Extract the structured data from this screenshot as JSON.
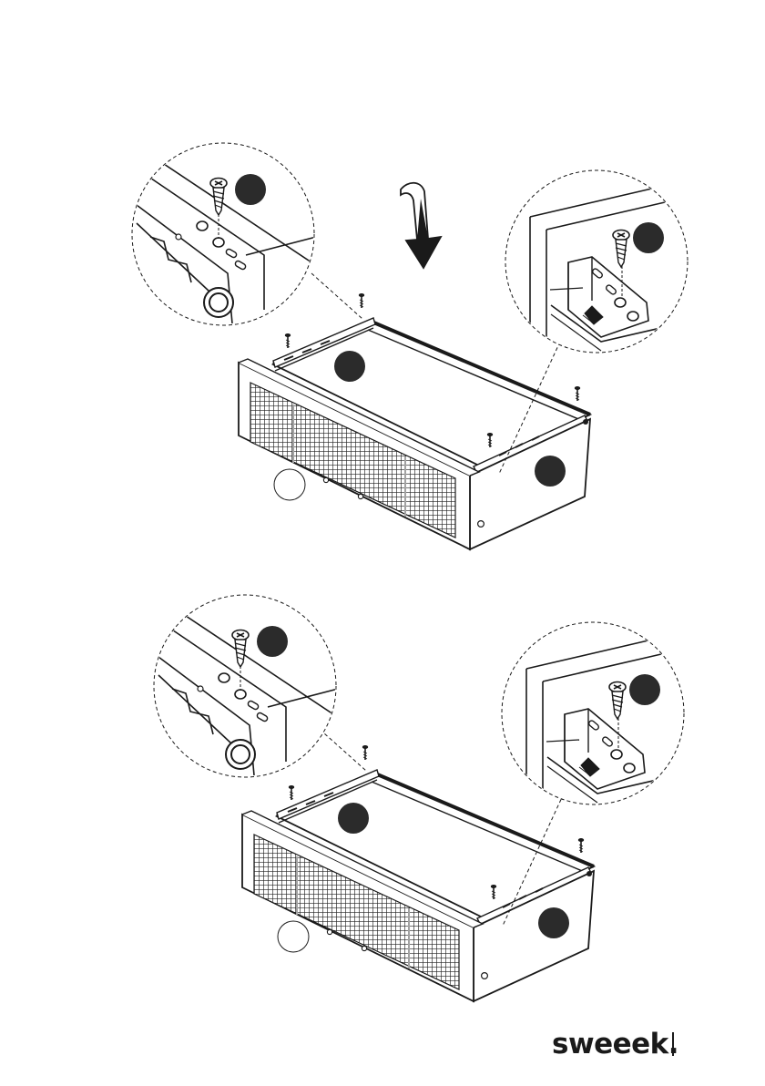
{
  "document": {
    "type": "assembly-instruction-page",
    "brand": "sweeek.",
    "steps": [
      {
        "position": "upper",
        "action_arrow": "rotate-down-arrow",
        "callouts": [
          "left-rail-screw-detail",
          "right-rail-screw-detail"
        ]
      },
      {
        "position": "lower",
        "callouts": [
          "left-rail-screw-detail",
          "right-rail-screw-detail"
        ]
      }
    ]
  },
  "colors": {
    "ink": "#1a1a1a",
    "marker": "#2b2b2b",
    "paper": "#ffffff"
  }
}
